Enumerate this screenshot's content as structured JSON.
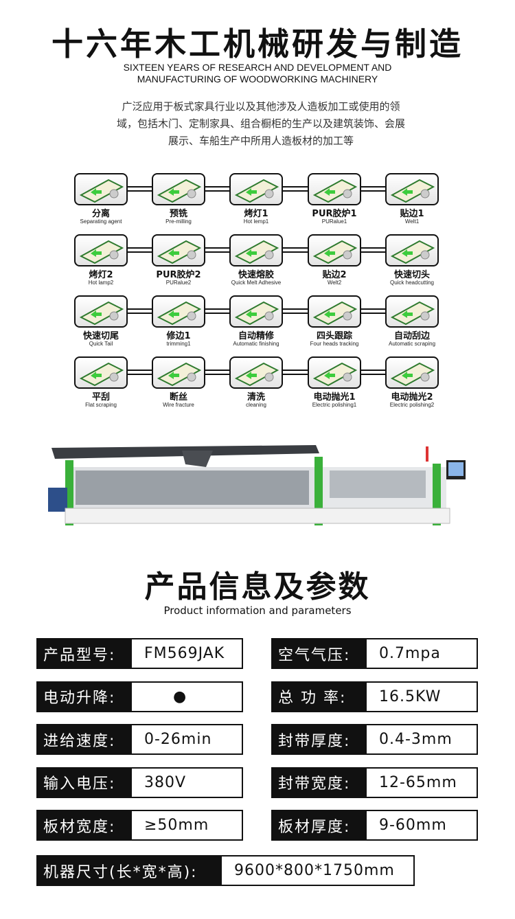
{
  "header": {
    "title": "十六年木工机械研发与制造",
    "subtitle_line1": "SIXTEEN YEARS OF RESEARCH AND DEVELOPMENT AND",
    "subtitle_line2": "MANUFACTURING OF WOODWORKING MACHINERY",
    "description": "广泛应用于板式家具行业以及其他涉及人造板加工或使用的领域，包括木门、定制家具、组合橱柜的生产以及建筑装饰、会展展示、车船生产中所用人造板材的加工等"
  },
  "process": [
    {
      "cn": "分离",
      "en": "Separating agent"
    },
    {
      "cn": "预铣",
      "en": "Pre-milling"
    },
    {
      "cn": "烤灯1",
      "en": "Hot lemp1"
    },
    {
      "cn": "PUR胶炉1",
      "en": "PURalue1"
    },
    {
      "cn": "贴边1",
      "en": "Welt1"
    },
    {
      "cn": "烤灯2",
      "en": "Hot lamp2"
    },
    {
      "cn": "PUR胶炉2",
      "en": "PURalue2"
    },
    {
      "cn": "快速熔胶",
      "en": "Quick Melt Adhesive"
    },
    {
      "cn": "贴边2",
      "en": "Welt2"
    },
    {
      "cn": "快速切头",
      "en": "Quick headcutting"
    },
    {
      "cn": "快速切尾",
      "en": "Quick Tail"
    },
    {
      "cn": "修边1",
      "en": "trimming1"
    },
    {
      "cn": "自动精修",
      "en": "Automatic finishing"
    },
    {
      "cn": "四头跟踪",
      "en": "Four heads tracking"
    },
    {
      "cn": "自动刮边",
      "en": "Automatic scraping"
    },
    {
      "cn": "平刮",
      "en": "Flat scraping"
    },
    {
      "cn": "断丝",
      "en": "Wire fracture"
    },
    {
      "cn": "清洗",
      "en": "cleaning"
    },
    {
      "cn": "电动抛光1",
      "en": "Electric polishing1"
    },
    {
      "cn": "电动抛光2",
      "en": "Electric polishing2"
    }
  ],
  "section": {
    "title": "产品信息及参数",
    "subtitle": "Product information and parameters"
  },
  "specs": [
    {
      "k": "产品型号:",
      "v": "FM569JAK"
    },
    {
      "k": "空气气压:",
      "v": "0.7mpa"
    },
    {
      "k": "电动升降:",
      "v": "●"
    },
    {
      "k": "总 功  率:",
      "v": "16.5KW"
    },
    {
      "k": "进给速度:",
      "v": "0-26min"
    },
    {
      "k": "封带厚度:",
      "v": "0.4-3mm"
    },
    {
      "k": "输入电压:",
      "v": "380V"
    },
    {
      "k": "封带宽度:",
      "v": "12-65mm"
    },
    {
      "k": "板材宽度:",
      "v": "≥50mm"
    },
    {
      "k": "板材厚度:",
      "v": "9-60mm"
    }
  ],
  "size_spec": {
    "k": "机器尺寸(长*宽*高):",
    "v": "9600*800*1750mm"
  },
  "colors": {
    "accent_green": "#2db52d",
    "panel": "#111111"
  }
}
